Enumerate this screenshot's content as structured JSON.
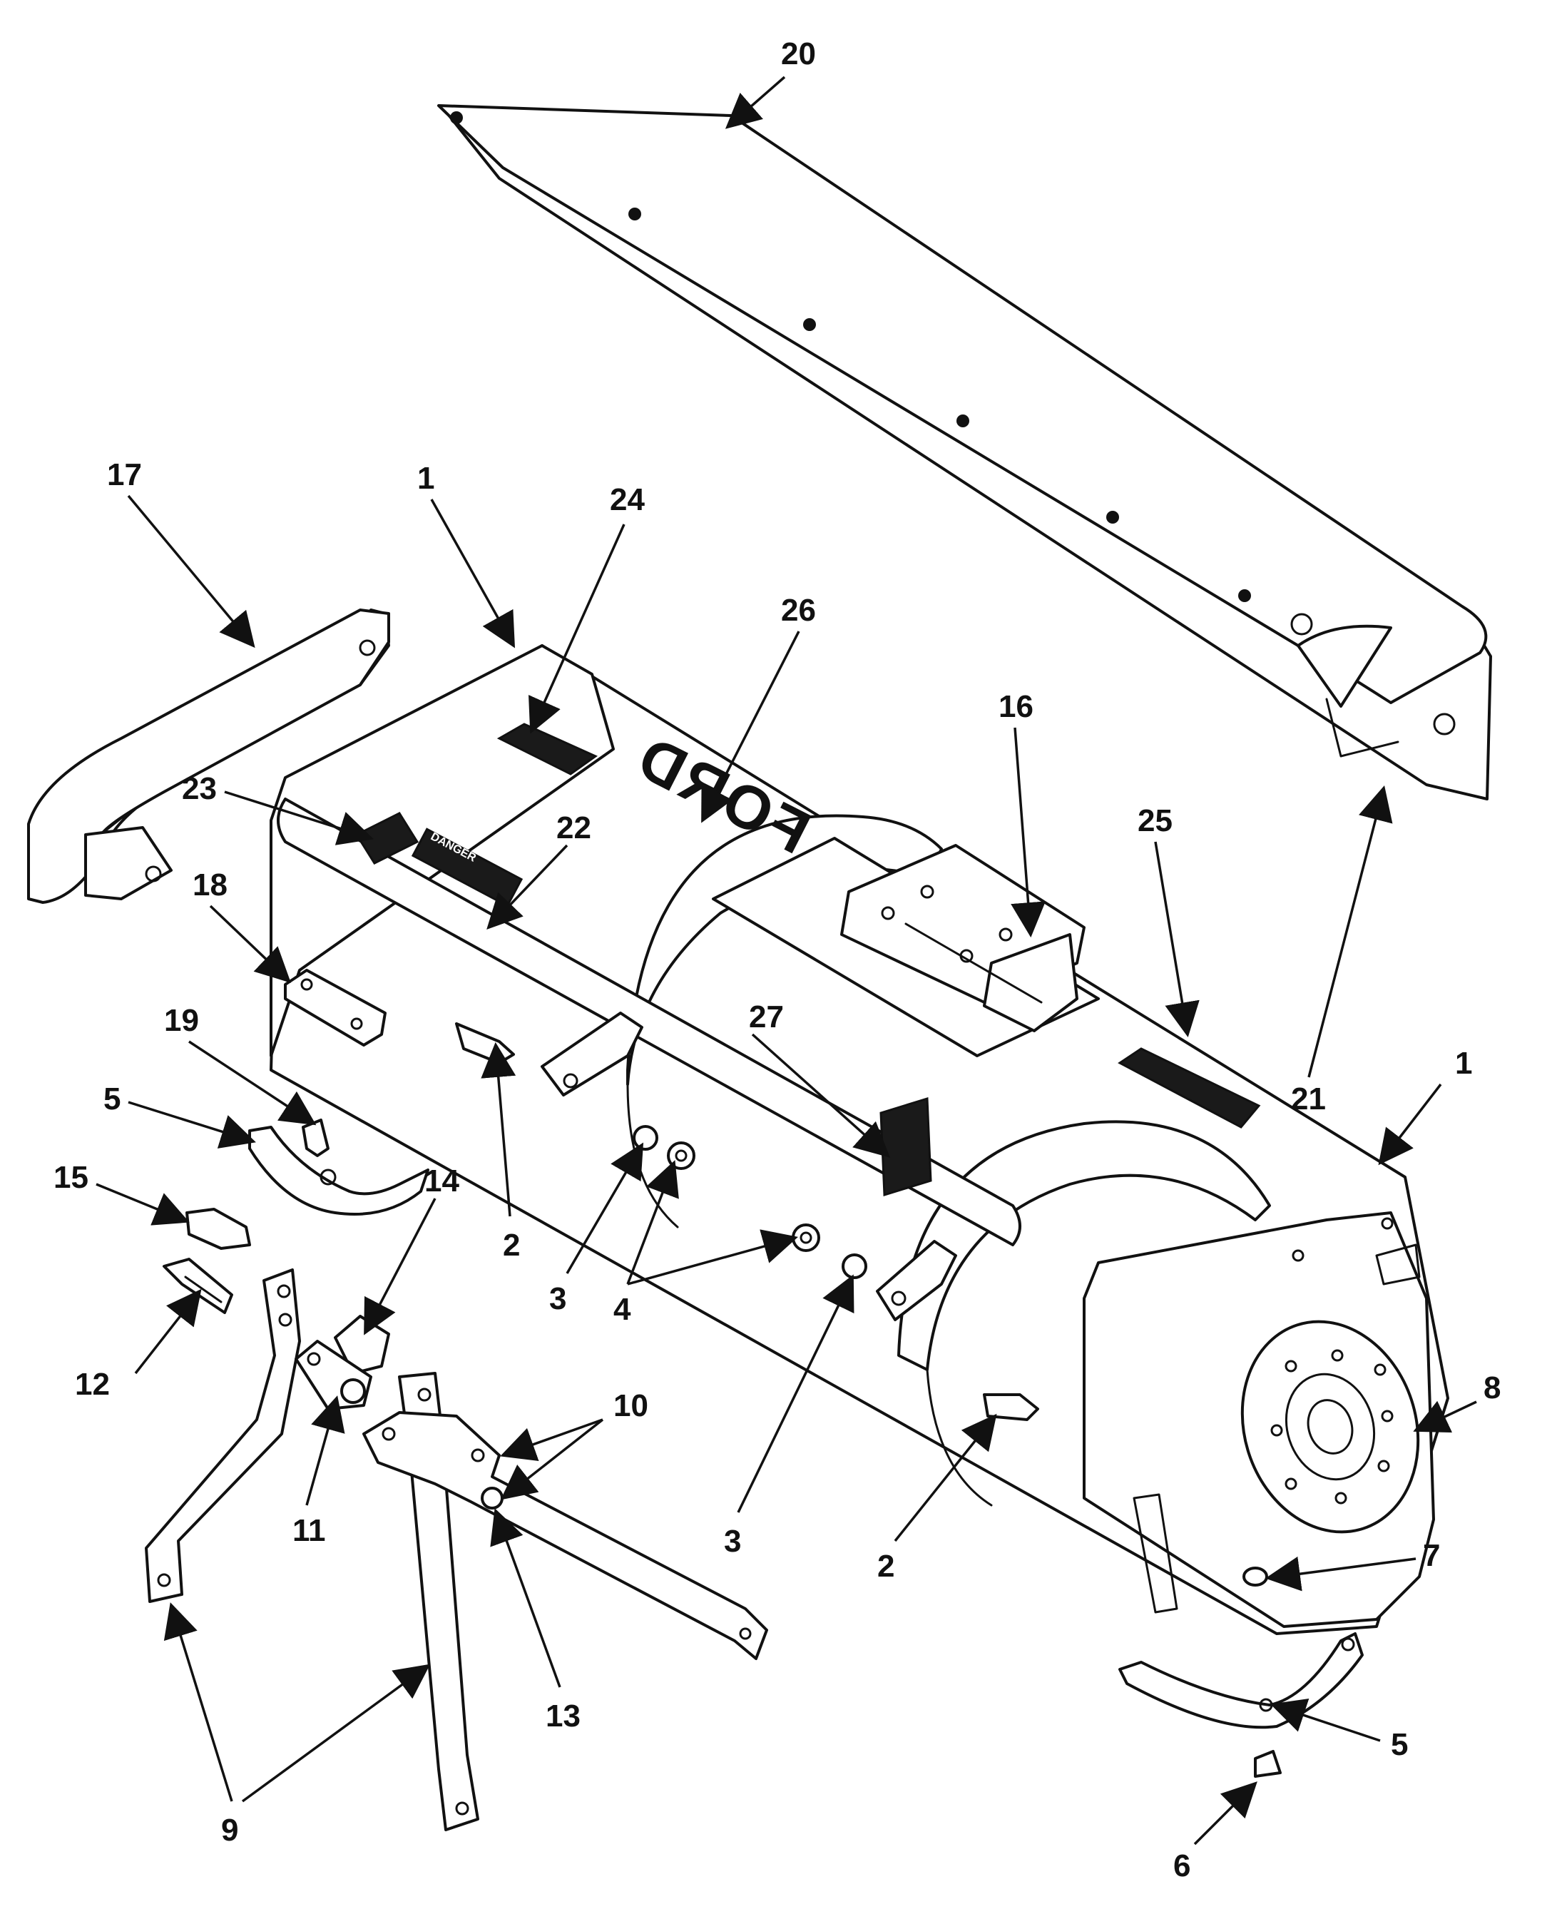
{
  "callouts": [
    {
      "id": "c20",
      "label": "20"
    },
    {
      "id": "c17",
      "label": "17"
    },
    {
      "id": "c1a",
      "label": "1"
    },
    {
      "id": "c24",
      "label": "24"
    },
    {
      "id": "c26",
      "label": "26"
    },
    {
      "id": "c16",
      "label": "16"
    },
    {
      "id": "c25",
      "label": "25"
    },
    {
      "id": "c21",
      "label": "21"
    },
    {
      "id": "c23",
      "label": "23"
    },
    {
      "id": "c22",
      "label": "22"
    },
    {
      "id": "c18",
      "label": "18"
    },
    {
      "id": "c19",
      "label": "19"
    },
    {
      "id": "c5a",
      "label": "5"
    },
    {
      "id": "c15",
      "label": "15"
    },
    {
      "id": "c14",
      "label": "14"
    },
    {
      "id": "c12",
      "label": "12"
    },
    {
      "id": "c2a",
      "label": "2"
    },
    {
      "id": "c3a",
      "label": "3"
    },
    {
      "id": "c4",
      "label": "4"
    },
    {
      "id": "c27",
      "label": "27"
    },
    {
      "id": "c1b",
      "label": "1"
    },
    {
      "id": "c11",
      "label": "11"
    },
    {
      "id": "c10",
      "label": "10"
    },
    {
      "id": "c3b",
      "label": "3"
    },
    {
      "id": "c2b",
      "label": "2"
    },
    {
      "id": "c8",
      "label": "8"
    },
    {
      "id": "c7",
      "label": "7"
    },
    {
      "id": "c13",
      "label": "13"
    },
    {
      "id": "c5b",
      "label": "5"
    },
    {
      "id": "c9",
      "label": "9"
    },
    {
      "id": "c6",
      "label": "6"
    }
  ],
  "decals": {
    "ford_logo": "FORD",
    "danger_label": "DANGER"
  },
  "colors": {
    "ink": "#111111",
    "paper": "#ffffff"
  }
}
